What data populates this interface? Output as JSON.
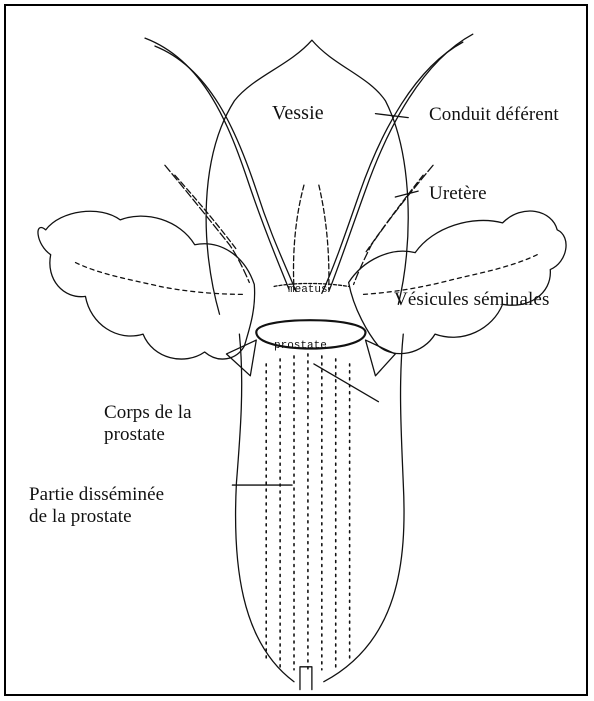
{
  "labels": {
    "vessie": "Vessie",
    "conduit_deferent": "Conduit déférent",
    "uretere": "Uretère",
    "vesicules_seminales": "Vésicules séminales",
    "corps_prostate_line1": "Corps de la",
    "corps_prostate_line2": "prostate",
    "partie_disseminee_line1": "Partie disséminée",
    "partie_disseminee_line2": "de la prostate",
    "ring_upper": "meatus",
    "ring_prostate": "prostate"
  }
}
